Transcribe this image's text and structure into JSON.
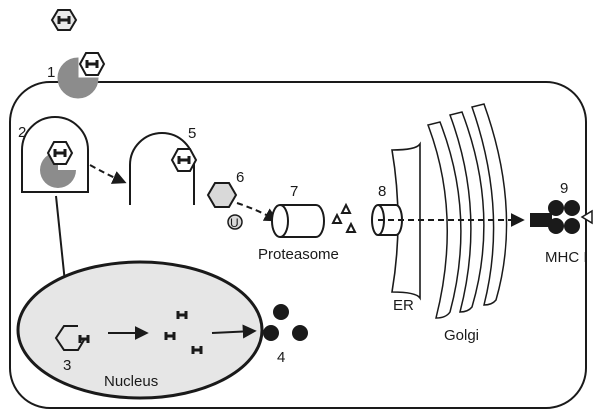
{
  "step_labels": [
    "1",
    "2",
    "3",
    "4",
    "5",
    "6",
    "7",
    "8",
    "9"
  ],
  "structure_labels": {
    "proteasome": "Proteasome",
    "er": "ER",
    "golgi": "Golgi",
    "nucleus": "Nucleus",
    "mhc": "MHC I"
  },
  "ubiquitin_label": "U",
  "colors": {
    "outline": "#1a1a1a",
    "gray_fill": "#8c8c8c",
    "nucleus_fill": "#e6e6e6",
    "light_fill": "#d9d9d9",
    "background": "#ffffff"
  }
}
